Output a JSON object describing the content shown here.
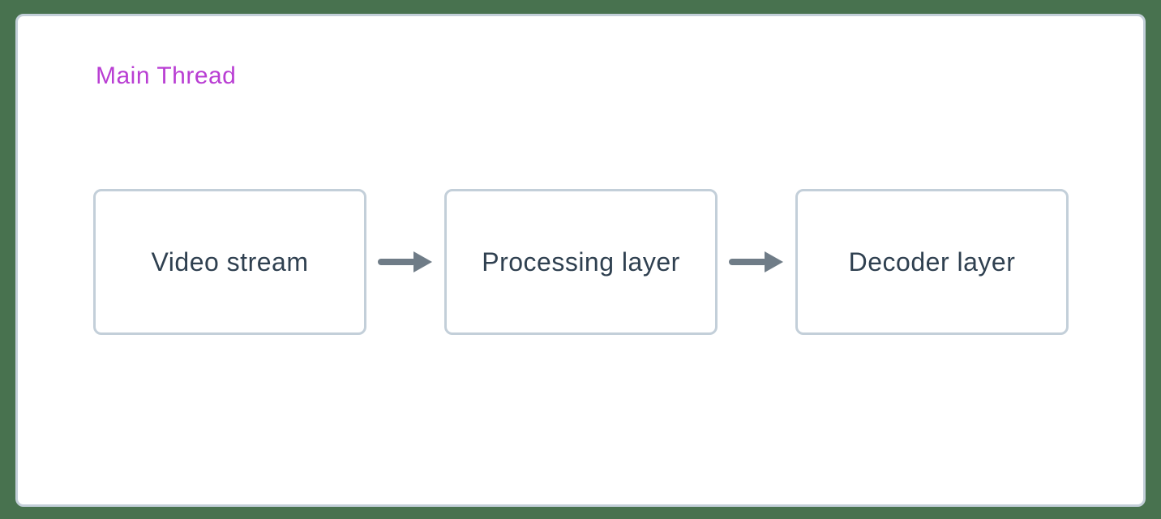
{
  "diagram": {
    "lane_label": "Main Thread",
    "nodes": [
      {
        "id": "video-stream",
        "label": "Video stream"
      },
      {
        "id": "processing-layer",
        "label": "Processing layer"
      },
      {
        "id": "decoder-layer",
        "label": "Decoder layer"
      }
    ],
    "connections": [
      {
        "from": "video-stream",
        "to": "processing-layer"
      },
      {
        "from": "processing-layer",
        "to": "decoder-layer"
      }
    ],
    "colors": {
      "page_bg": "#48724F",
      "panel_bg": "#FFFFFF",
      "panel_border": "#C3CFD9",
      "node_bg": "#FFFFFF",
      "node_border": "#C3CFD9",
      "node_text": "#2F4050",
      "lane_label": "#B93ED3",
      "arrow": "#6F7C87"
    }
  }
}
